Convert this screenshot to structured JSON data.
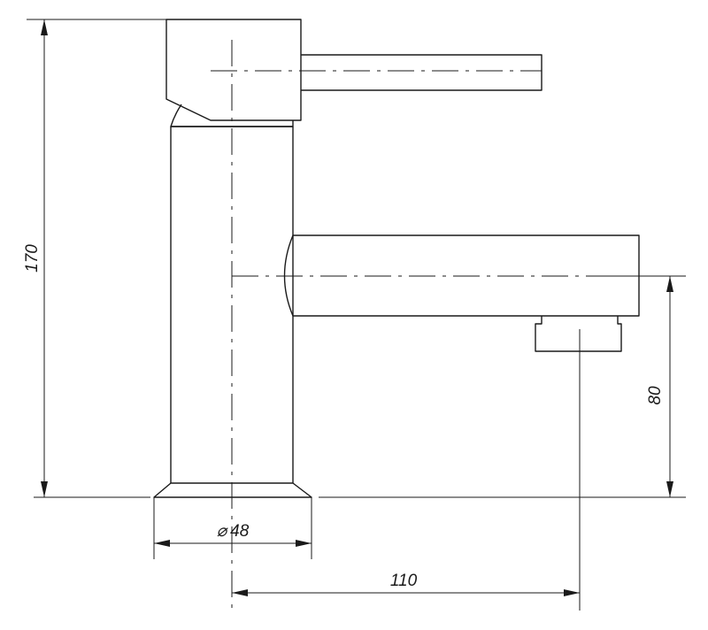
{
  "dimensions": {
    "total_height": "170",
    "spout_height": "80",
    "base_diameter": "48",
    "spout_reach": "110",
    "diameter_symbol": "⌀"
  }
}
